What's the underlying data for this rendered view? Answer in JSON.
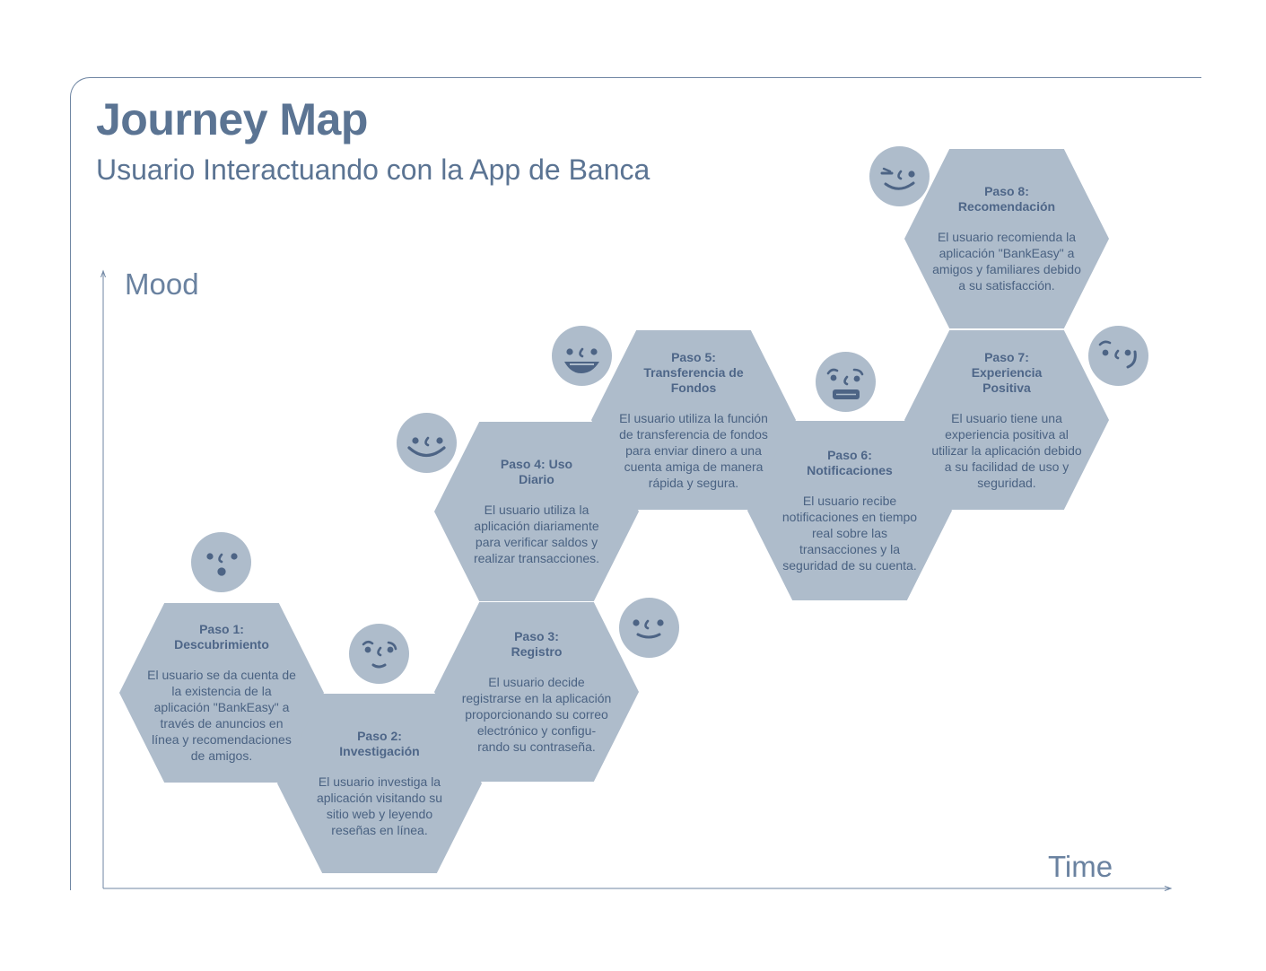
{
  "title": "Journey Map",
  "subtitle": "Usuario Interactuando con la App de Banca",
  "axes": {
    "y_label": "Mood",
    "x_label": "Time"
  },
  "colors": {
    "hex_fill": "#aebccb",
    "text": "#5b7493",
    "face_ink": "#4d6485"
  },
  "steps": [
    {
      "title": "Paso 1:\nDescubrimiento",
      "desc": "El usuario se da cuenta de la existencia de la aplicación \"BankEasy\" a través de anuncios en línea y recomendaciones de amigos.",
      "mood_icon": "surprised-face-icon"
    },
    {
      "title": "Paso 2:\nInvestigación",
      "desc": "El usuario investiga la aplicación visitando su sitio web y leyendo reseñas en línea.",
      "mood_icon": "neutral-face-icon"
    },
    {
      "title": "Paso 3:\nRegistro",
      "desc": "El usuario decide registrarse en la aplicación proporcionando su correo electrónico y configu- rando su contraseña.",
      "mood_icon": "content-face-icon"
    },
    {
      "title": "Paso 4: Uso\nDiario",
      "desc": "El usuario utiliza la aplicación diariamente para verificar saldos y realizar transacciones.",
      "mood_icon": "smiling-face-icon"
    },
    {
      "title": "Paso 5:\nTransferencia de\nFondos",
      "desc": "El usuario utiliza la función de transferencia de fondos para enviar dinero a una cuenta amiga de manera rápida y segura.",
      "mood_icon": "grinning-face-icon"
    },
    {
      "title": "Paso 6:\nNotificaciones",
      "desc": "El usuario recibe notificaciones en tiempo real sobre las transacciones y la seguridad de su cuenta.",
      "mood_icon": "grimacing-face-icon"
    },
    {
      "title": "Paso 7:\nExperiencia\nPositiva",
      "desc": "El usuario tiene una experiencia positiva al utilizar la aplicación debido a su facilidad de uso y seguridad.",
      "mood_icon": "smirking-face-icon"
    },
    {
      "title": "Paso 8:\nRecomendación",
      "desc": "El usuario recomienda la aplicación \"BankEasy\" a amigos y familiares debido a su satisfacción.",
      "mood_icon": "winking-face-icon"
    }
  ]
}
